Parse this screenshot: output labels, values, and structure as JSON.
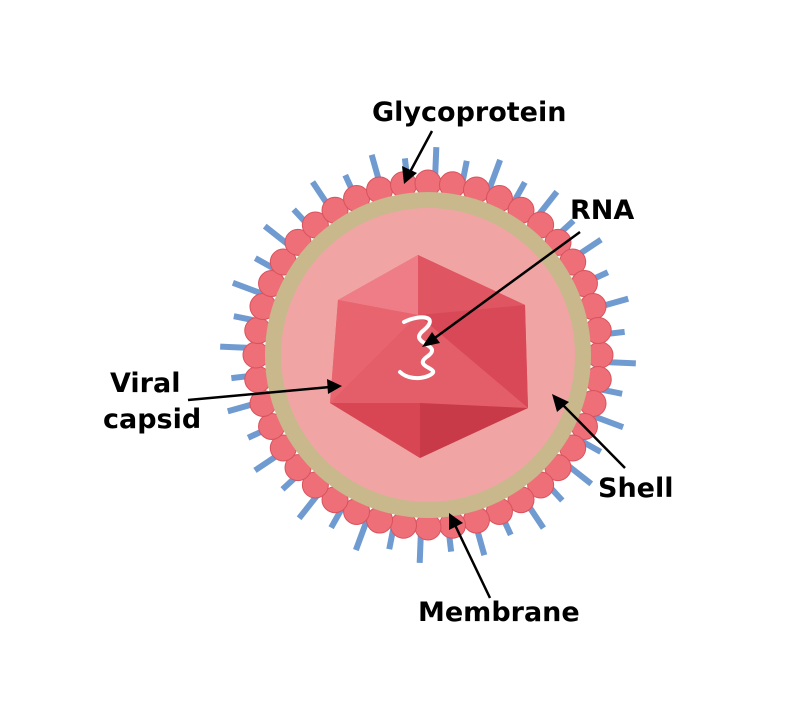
{
  "labels": {
    "glycoprotein": "Glycoprotein",
    "rna": "RNA",
    "viral_capsid_line1": "Viral",
    "viral_capsid_line2": "capsid",
    "shell": "Shell",
    "membrane": "Membrane"
  },
  "colors": {
    "spike": "#6f9bd1",
    "membrane_bead": "#ee6f78",
    "shell": "#c8b88c",
    "interior": "#f0a5a4",
    "capsid_light": "#e65b68",
    "capsid_dark": "#cf3f4c",
    "rna": "#ffffff",
    "arrow": "#000000"
  }
}
